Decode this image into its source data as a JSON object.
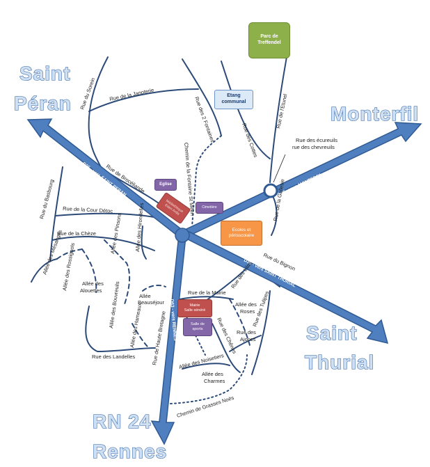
{
  "cities": {
    "saint_peran": [
      "Saint",
      "Péran"
    ],
    "monterfil": "Monterfil",
    "saint_thurial": [
      "Saint",
      "Thurial"
    ],
    "rn24_rennes": [
      "RN 24",
      "Rennes"
    ]
  },
  "highway_labels": {
    "peran": "D36  -  vers SAINT PERAN",
    "monterfil": "D36  -  vers MONTERFIL",
    "thurial": "D36  -  vers SAINT THURIAL",
    "rennes": "D63  -  vers RENNES"
  },
  "places": {
    "parc": "Parc de\nTreffendel",
    "etang": "Etang\ncommunal",
    "eglise": "Eglise",
    "mediatheque": "Médiathèque\nEden Ardis",
    "cimetiere": "Cimetière",
    "ecoles": "Ecoles et\npérisscolaire",
    "mairie": "Mairie\nSalle sénéré",
    "salle_sports": "Salle de\nsports"
  },
  "colors": {
    "parc": "#8db04a",
    "etang": "#dce9f7",
    "eglise": "#8366a8",
    "mediatheque": "#c0504d",
    "cimetiere": "#8366a8",
    "ecoles": "#f79646",
    "mairie": "#c0504d",
    "salle_sports": "#8366a8",
    "highway": "#4f7fbf"
  },
  "streets": {
    "rue_du_sorein": "Rue du Sorein",
    "rue_janoterie": "Rue de la Janoterie",
    "rue_2_fontaines": "Rue des 2 Fontaines",
    "rue_cottes": "Rue des Cottes",
    "rue_etunel": "Rue de l'Etunel",
    "ecureuils": "Rue des écureuils\nrue des chevreuils",
    "rue_broceliande": "Rue de Brocéliande",
    "chemin_st_meen": "Chemin de la Fontaine St Méen",
    "rue_gallesie": "Rue de la Gallesie",
    "rue_basbourg": "Rue du Basbourg",
    "rue_cour_detoc": "Rue de la Cour Détoc",
    "rue_cheze": "Rue de la Chèze",
    "allee_pinsons": "Allée des Pinsons",
    "allee_hirondelles": "Allée des Hirondelles",
    "allee_mesanges": "Allée des Mésanges",
    "allee_rossignols": "Allée des Rossignols",
    "allee_alouettes": "Allée des\nAlouettes",
    "allee_bouvreuils": "Allée des Bouvreuils",
    "allee_beausejour": "Allée\nBeauséjour",
    "allee_hameaux": "Allée des\nHameaux",
    "rue_bignon": "Rue du Bignon",
    "rue_lilas": "Rue des Lilas",
    "rue_mairie": "Rue de la Mairie",
    "allee_roses": "Allée des\nRoses",
    "rue_tulipes": "Rue des Tulipes",
    "rue_haute_bretagne": "Rue de Haute Bretagne",
    "rue_chenes": "Rue des Chênes",
    "rue_ajoncs": "Rue des\nAjoncs",
    "rue_landelles": "Rue des Landelles",
    "allee_noisetiers": "Allée des Noisetiers",
    "allee_charmes": "Allée des\nCharmes",
    "chemin_grasses_noes": "Chemin de Grasses Noës"
  }
}
